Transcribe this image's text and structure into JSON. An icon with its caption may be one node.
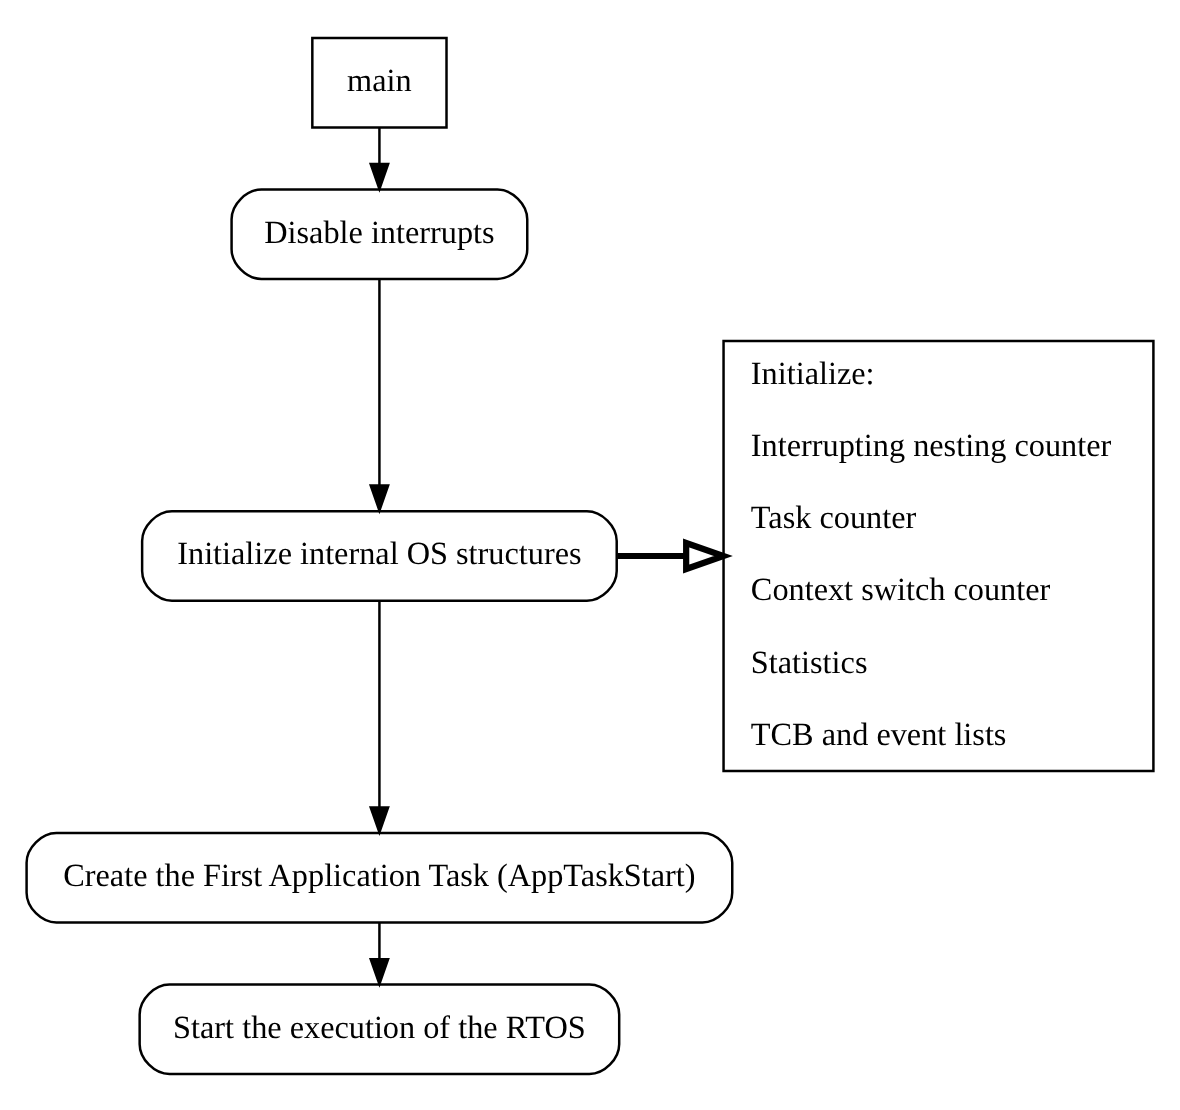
{
  "diagram": {
    "nodes": [
      {
        "text": [
          "main"
        ]
      },
      {
        "text": [
          "Disable interrupts"
        ]
      },
      {
        "text": [
          "Initialize internal OS structures"
        ]
      },
      {
        "text": [
          "Create the First Application Task (AppTaskStart)"
        ]
      },
      {
        "text": [
          "Start the execution of the RTOS"
        ]
      },
      {
        "text": [
          "Initialize:",
          "Interrupting nesting counter",
          "Task counter",
          "Context switch counter",
          "Statistics",
          "TCB and event lists"
        ]
      }
    ],
    "edges": [
      {
        "from": 0,
        "to": 1,
        "arrow": "to"
      },
      {
        "from": 1,
        "to": 2,
        "arrow": "to"
      },
      {
        "from": 2,
        "to": 3,
        "arrow": "to"
      },
      {
        "from": 3,
        "to": 4,
        "arrow": "to"
      },
      {
        "from": 2,
        "to": 5,
        "arrow": "to",
        "style": "thick"
      }
    ]
  }
}
